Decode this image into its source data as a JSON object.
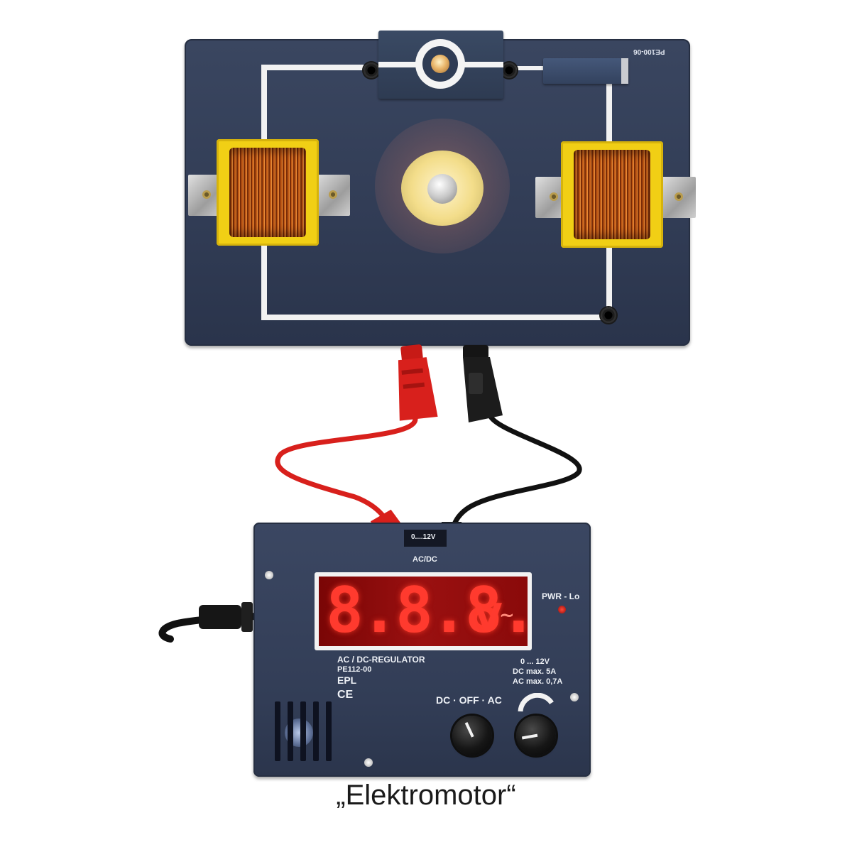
{
  "board": {
    "model_code": "PE100-06"
  },
  "supply": {
    "terminal_voltage": "0....12V",
    "terminal_mode": "AC/DC",
    "display_digits": "8.8.8.",
    "display_unit": "V",
    "display_wave": "~",
    "pwr_label": "PWR - Lo",
    "name": "AC / DC-REGULATOR",
    "model": "PE112-00",
    "brand": "EPL",
    "ce_mark": "CE",
    "spec_range": "0 ... 12V",
    "spec_dc": "DC max. 5A",
    "spec_ac": "AC max. 0,7A",
    "mode_switch_label": "DC · OFF · AC"
  },
  "caption": "„Elektromotor“",
  "colors": {
    "board": "#313c55",
    "circuit_line": "#f2f2f2",
    "coil_frame": "#f1cf15",
    "red_cable": "#d8201c",
    "black_cable": "#111111",
    "led_red": "#ff3a2e"
  }
}
